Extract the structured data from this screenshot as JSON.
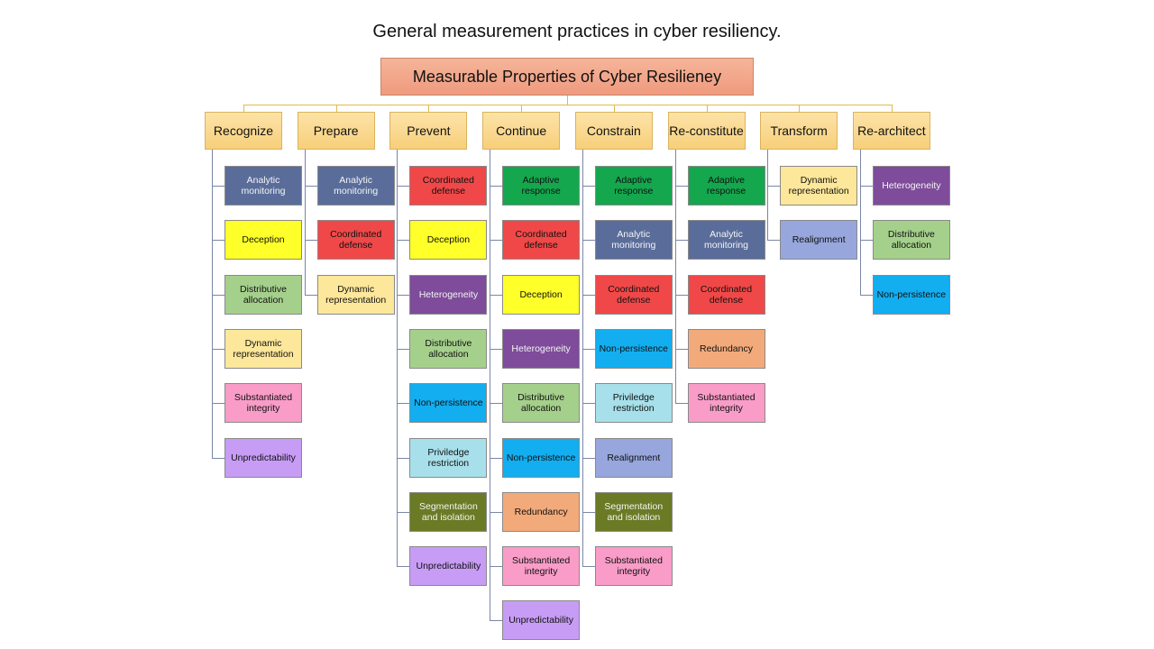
{
  "title": "General measurement practices in cyber resiliency.",
  "root": "Measurable Properties of Cyber Resilieney",
  "colors": {
    "Analytic monitoring": "#5a6d9a",
    "Deception": "#ffff2a",
    "Distributive allocation": "#a5d08c",
    "Dynamic representation": "#fde79a",
    "Substantiated integrity": "#f99cc8",
    "Unpredictability": "#c79cf5",
    "Coordinated defense": "#f04848",
    "Heterogeneity": "#7e4c9a",
    "Non-persistence": "#12aef0",
    "Priviledge restriction": "#a7e0ea",
    "Segmentation and isolation": "#6b7a25",
    "Adaptive response": "#14a74e",
    "Redundancy": "#f2aa7a",
    "Realignment": "#97a6dc"
  },
  "categories": [
    {
      "label": "Recognize",
      "children": [
        "Analytic monitoring",
        "Deception",
        "Distributive allocation",
        "Dynamic representation",
        "Substantiated integrity",
        "Unpredictability"
      ]
    },
    {
      "label": "Prepare",
      "children": [
        "Analytic monitoring",
        "Coordinated defense",
        "Dynamic representation"
      ]
    },
    {
      "label": "Prevent",
      "children": [
        "Coordinated defense",
        "Deception",
        "Heterogeneity",
        "Distributive allocation",
        "Non-persistence",
        "Priviledge restriction",
        "Segmentation and isolation",
        "Unpredictability"
      ]
    },
    {
      "label": "Continue",
      "children": [
        "Adaptive response",
        "Coordinated defense",
        "Deception",
        "Heterogeneity",
        "Distributive allocation",
        "Non-persistence",
        "Redundancy",
        "Substantiated integrity",
        "Unpredictability"
      ]
    },
    {
      "label": "Constrain",
      "children": [
        "Adaptive response",
        "Analytic monitoring",
        "Coordinated defense",
        "Non-persistence",
        "Priviledge restriction",
        "Realignment",
        "Segmentation and isolation",
        "Substantiated integrity"
      ]
    },
    {
      "label": "Re-constitute",
      "children": [
        "Adaptive response",
        "Analytic monitoring",
        "Coordinated defense",
        "Redundancy",
        "Substantiated integrity"
      ]
    },
    {
      "label": "Transform",
      "children": [
        "Dynamic representation",
        "Realignment"
      ]
    },
    {
      "label": "Re-architect",
      "children": [
        "Heterogeneity",
        "Distributive allocation",
        "Non-persistence"
      ]
    }
  ]
}
